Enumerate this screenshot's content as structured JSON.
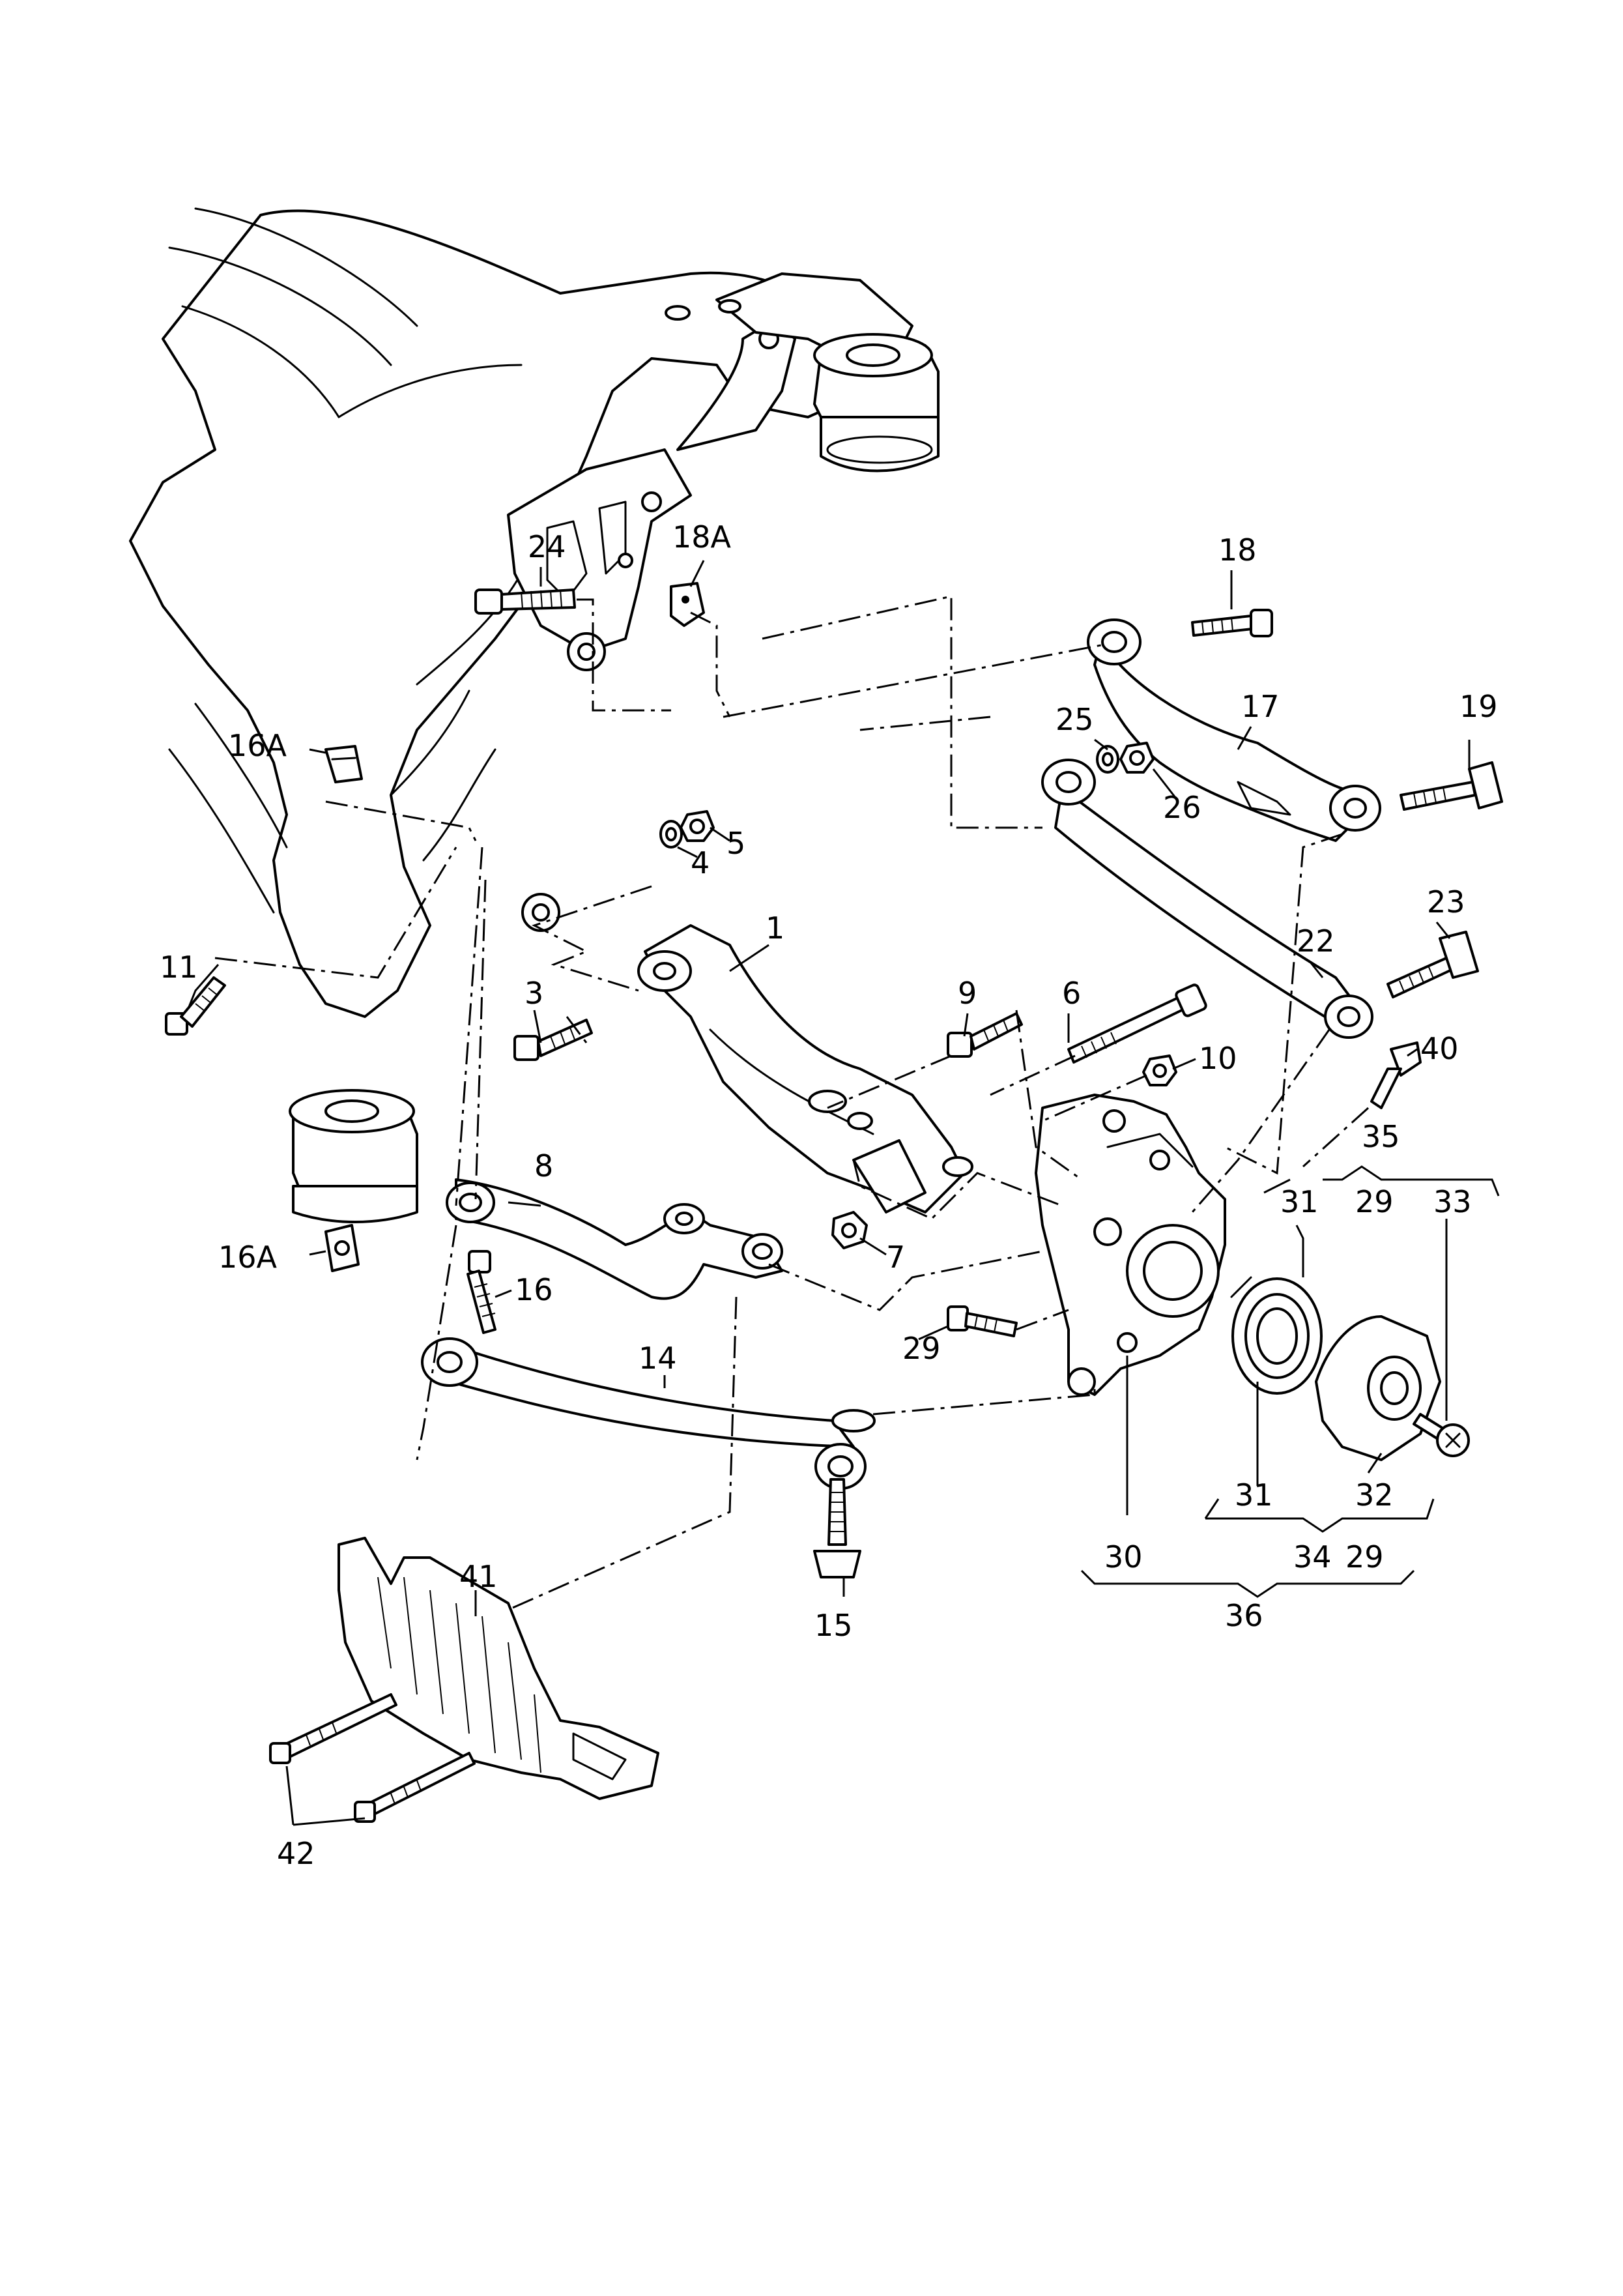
{
  "labels": {
    "l1": "1",
    "l3": "3",
    "l4": "4",
    "l5": "5",
    "l6": "6",
    "l7": "7",
    "l8": "8",
    "l9": "9",
    "l10": "10",
    "l11": "11",
    "l14": "14",
    "l15": "15",
    "l16": "16",
    "l16A_top": "16A",
    "l16A_bottom": "16A",
    "l17": "17",
    "l18": "18",
    "l18A": "18A",
    "l19": "19",
    "l22": "22",
    "l23": "23",
    "l24": "24",
    "l25": "25",
    "l26": "26",
    "l29_knuckle": "29",
    "l29_group35": "29",
    "l29_group36": "29",
    "l30": "30",
    "l31_group35": "31",
    "l31_group34": "31",
    "l32": "32",
    "l33": "33",
    "l34": "34",
    "l35": "35",
    "l36": "36",
    "l40": "40",
    "l41": "41",
    "l42": "42"
  }
}
